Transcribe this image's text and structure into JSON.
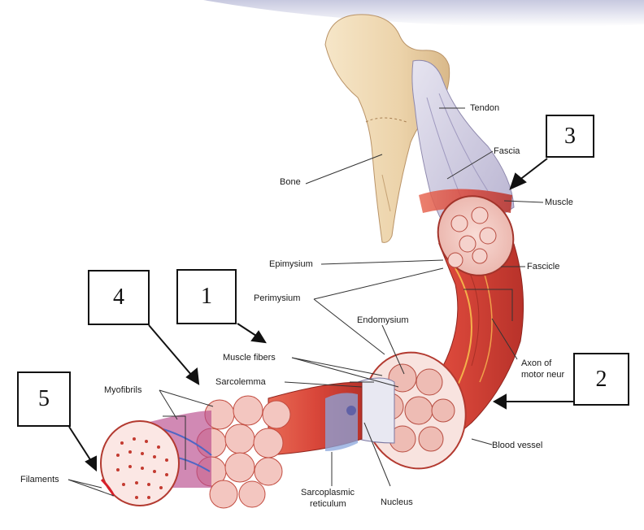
{
  "labels": {
    "tendon": "Tendon",
    "fascia": "Fascia",
    "bone": "Bone",
    "muscle": "Muscle",
    "epimysium": "Epimysium",
    "fascicle": "Fascicle",
    "perimysium": "Perimysium",
    "endomysium": "Endomysium",
    "muscle_fibers": "Muscle fibers",
    "axon_line1": "Axon of",
    "axon_line2": "motor neur",
    "sarcolemma": "Sarcolemma",
    "myofibrils": "Myofibrils",
    "blood_vessel": "Blood vessel",
    "filaments": "Filaments",
    "sarcoplasmic_line1": "Sarcoplasmic",
    "sarcoplasmic_line2": "reticulum",
    "nucleus": "Nucleus"
  },
  "boxes": {
    "b1": "1",
    "b2": "2",
    "b3": "3",
    "b4": "4",
    "b5": "5"
  },
  "colors": {
    "muscle_red": "#d9473a",
    "bone": "#ecd3aa",
    "tendon": "#c9c4dc",
    "fiber_pink": "#f3c6c0",
    "sarco_blue": "#6f8fd0"
  }
}
